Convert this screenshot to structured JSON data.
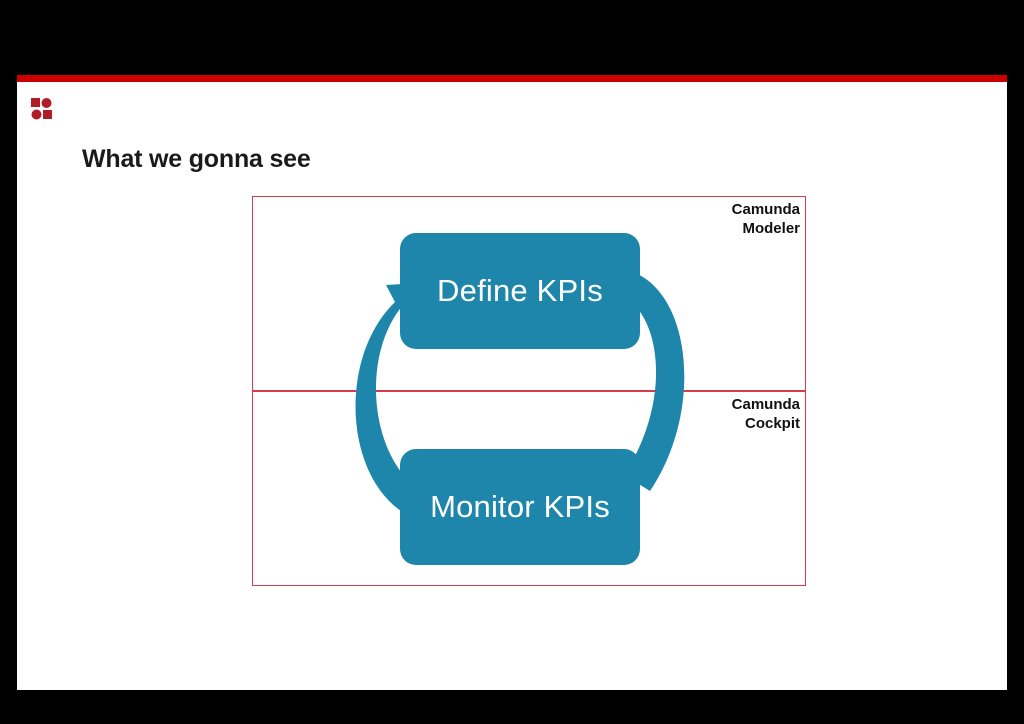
{
  "slide": {
    "title": "What we gonna see",
    "logo_name": "camunda-logo",
    "accent_color": "#cc0000",
    "canvas_color": "#ffffff",
    "background_color": "#000000"
  },
  "diagram": {
    "type": "cycle",
    "shape_color": "#1f86ab",
    "zone_border_color": "#d83b4a",
    "zones": [
      {
        "id": "modeler",
        "label": "Camunda\nModeler"
      },
      {
        "id": "cockpit",
        "label": "Camunda\nCockpit"
      }
    ],
    "nodes": [
      {
        "id": "define",
        "label": "Define KPIs",
        "zone": "modeler"
      },
      {
        "id": "monitor",
        "label": "Monitor KPIs",
        "zone": "cockpit"
      }
    ],
    "edges": [
      {
        "from": "define",
        "to": "monitor",
        "side": "right",
        "arrow": false
      },
      {
        "from": "monitor",
        "to": "define",
        "side": "left",
        "arrow": true
      }
    ]
  }
}
